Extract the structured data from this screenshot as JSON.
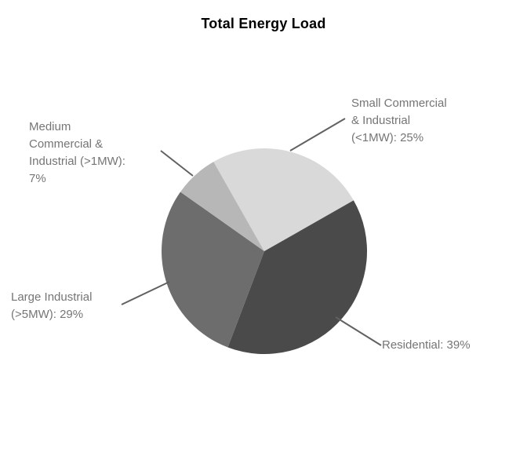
{
  "chart_data": {
    "type": "pie",
    "title": "Total Energy Load",
    "slices": [
      {
        "label": "Small Commercial & Industrial (<1MW)",
        "display_label": "Small Commercial\n& Industrial\n(<1MW): 25%",
        "value": 25,
        "color": "#d9d9d9"
      },
      {
        "label": "Residential",
        "display_label": "Residential: 39%",
        "value": 39,
        "color": "#4a4a4a"
      },
      {
        "label": "Large Industrial (>5MW)",
        "display_label": "Large Industrial\n(>5MW): 29%",
        "value": 29,
        "color": "#6d6d6d"
      },
      {
        "label": "Medium Commercial & Industrial (>1MW)",
        "display_label": "Medium\nCommercial &\nIndustrial (>1MW):\n7%",
        "value": 7,
        "color": "#b7b7b7"
      }
    ],
    "start_angle_deg": -29.6,
    "direction": "clockwise",
    "legend_position": "none",
    "labels": "outside-with-leader-lines",
    "label_text_color": "#757575",
    "leader_line_color": "#616161",
    "title_color": "#000000",
    "background_color": "#ffffff"
  }
}
